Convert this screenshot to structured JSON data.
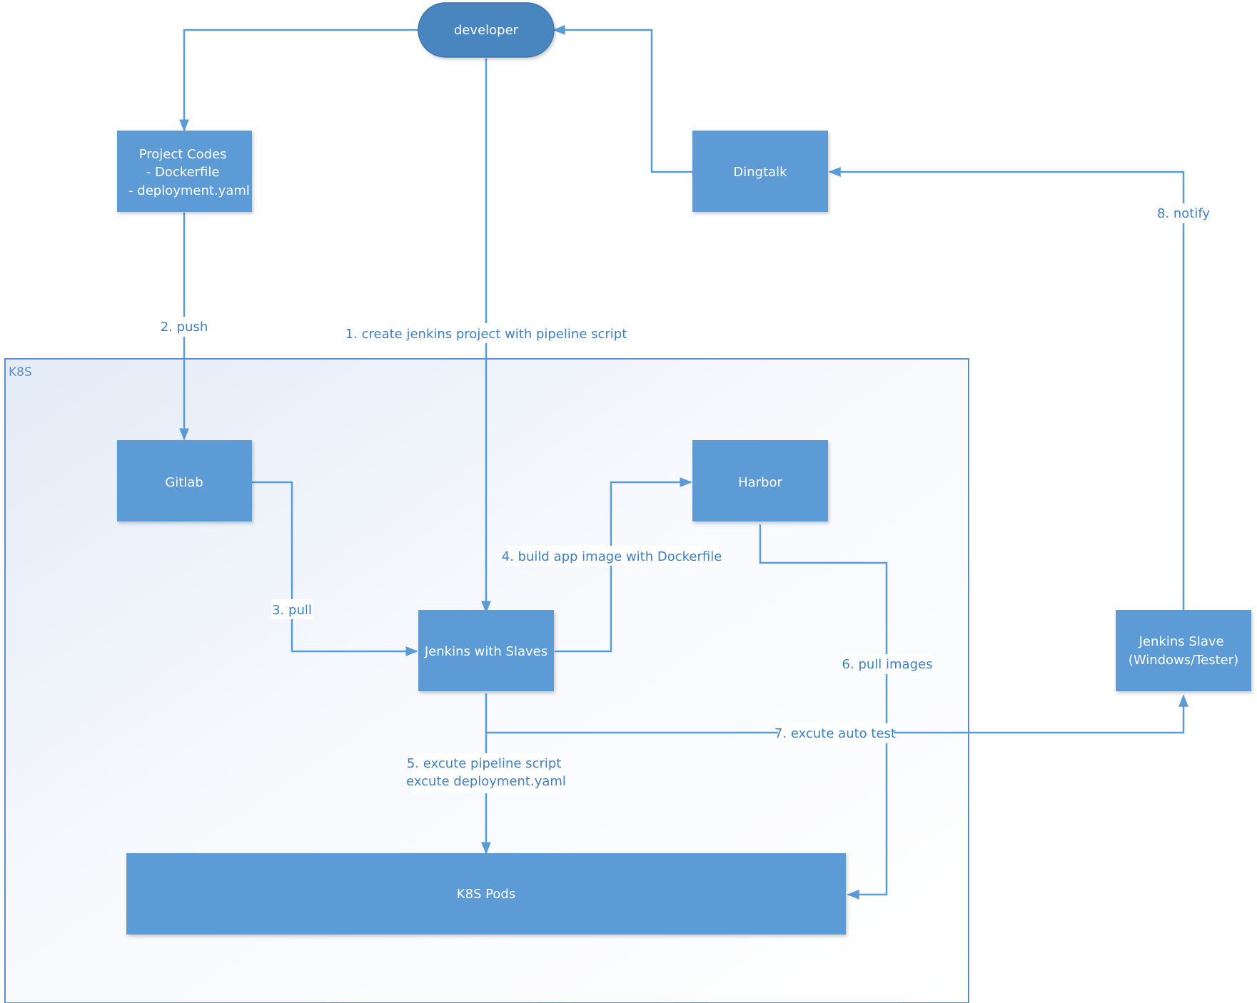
{
  "group": {
    "label": "K8S"
  },
  "nodes": {
    "developer": {
      "label": "developer"
    },
    "project_codes": {
      "lines": [
        "Project Codes",
        "- Dockerfile",
        "- deployment.yaml"
      ]
    },
    "dingtalk": {
      "label": "Dingtalk"
    },
    "gitlab": {
      "label": "Gitlab"
    },
    "harbor": {
      "label": "Harbor"
    },
    "jenkins": {
      "label": "Jenkins with Slaves"
    },
    "jenkins_slave": {
      "lines": [
        "Jenkins Slave",
        "(Windows/Tester)"
      ]
    },
    "k8s_pods": {
      "label": "K8S Pods"
    }
  },
  "edges": {
    "create_project": "1. create jenkins project with pipeline script",
    "push": "2. push",
    "pull": "3. pull",
    "build_image": "4. build app image with Dockerfile",
    "execute_pipeline": [
      "5. excute pipeline script",
      "excute deployment.yaml"
    ],
    "pull_images": "6. pull images",
    "auto_test": "7. excute auto test",
    "notify": "8. notify"
  },
  "colors": {
    "node_fill": "#5b9bd5",
    "developer_fill": "#4a86bf",
    "connector": "#5b9bd5",
    "edge_label": "#3f7fc0",
    "group_border": "#5b8fcb"
  }
}
